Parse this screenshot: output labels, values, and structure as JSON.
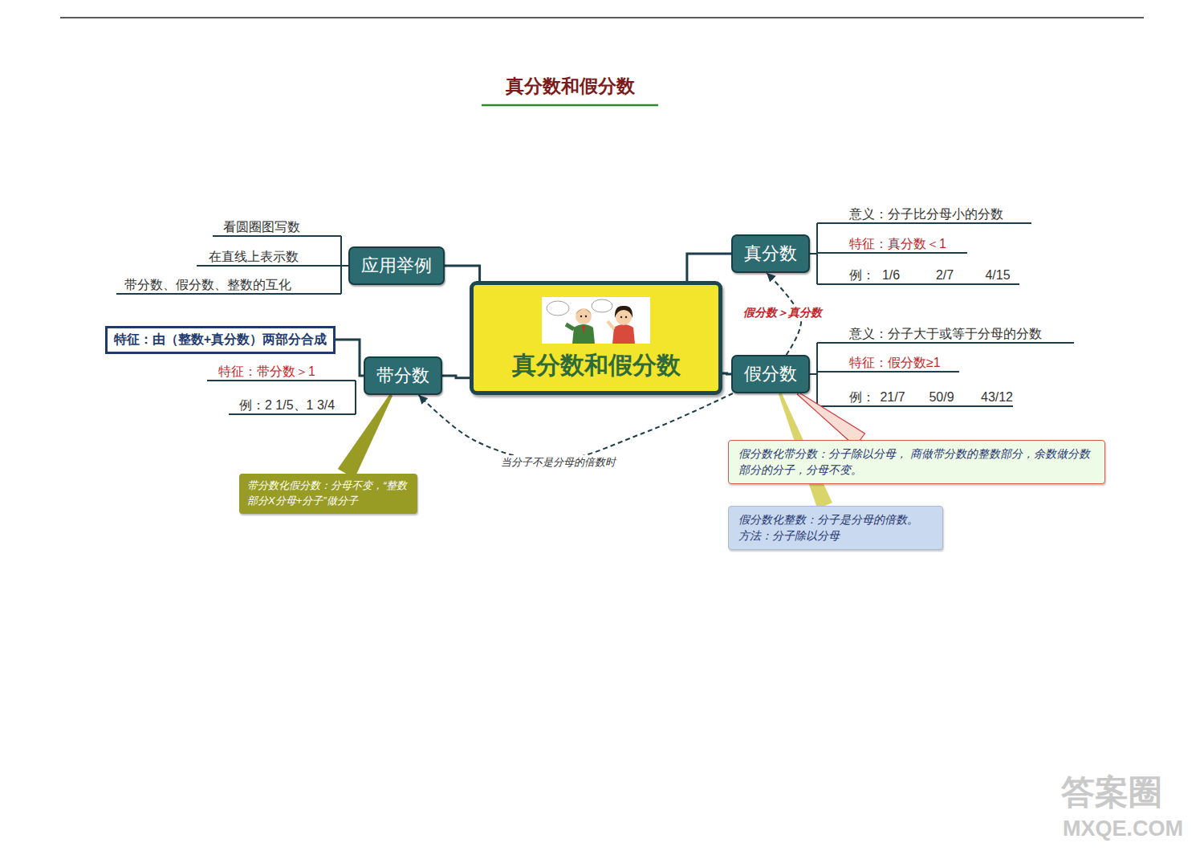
{
  "diagram": {
    "title": "真分数和假分数",
    "nodes": [
      {
        "text": [
          "应用举例"
        ]
      },
      {
        "text": [
          "真分数"
        ]
      },
      {
        "text": [
          "真分数和假分数"
        ]
      },
      {
        "text": [
          "带分数"
        ]
      },
      {
        "text": [
          "假分数"
        ]
      },
      {
        "text": [
          "特征：由（整数+真分数）两部分合成"
        ]
      },
      {
        "text": [
          "假分数化带分数：分子除以分母， 商做带分数的整数部分，余数做分数部分的分子，分母不变。"
        ]
      },
      {
        "text": [
          "带分数化假分数：分母不变，“整数部分X分母+分子”做分子"
        ]
      },
      {
        "text": [
          "假分数化整数：分子是分母的倍数。",
          "方法：分子除以分母"
        ]
      }
    ],
    "edges": [
      {
        "from": 2,
        "to": 0,
        "arrow": "none"
      },
      {
        "from": 2,
        "to": 1,
        "arrow": "none"
      },
      {
        "from": 2,
        "to": 3,
        "arrow": "none"
      },
      {
        "from": 2,
        "to": 4,
        "arrow": "none"
      },
      {
        "from": 4,
        "to": 1,
        "label": "假分数＞真分数",
        "arrow": "to"
      },
      {
        "from": 4,
        "to": 3,
        "label": "当分子不是分母的倍数时",
        "arrow": "to"
      },
      {
        "from": 3,
        "to": 7,
        "arrow": "none"
      },
      {
        "from": 4,
        "to": 6,
        "arrow": "none"
      },
      {
        "from": 4,
        "to": 8,
        "arrow": "none"
      },
      {
        "from": 3,
        "to": 5,
        "arrow": "none"
      }
    ],
    "labels": [
      "看圆圈图写数",
      "在直线上表示数",
      "带分数、假分数、整数的互化",
      "特征：带分数＞1",
      "例：2 1/5、1 3/4",
      "意义：分子比分母小的分数",
      "特征：真分数＜1",
      "例：",
      "1/6",
      "2/7",
      "4/15",
      "意义：分子大于或等于分母的分数",
      "特征：假分数≥1",
      "例：",
      "21/7",
      "50/9",
      "43/12",
      "答案圈",
      "MXQE.COM"
    ]
  }
}
